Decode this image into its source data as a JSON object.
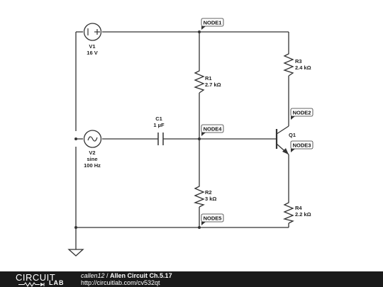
{
  "components": {
    "V1": {
      "name": "V1",
      "value": "16 V"
    },
    "V2": {
      "name": "V2",
      "type": "sine",
      "value": "100 Hz"
    },
    "C1": {
      "name": "C1",
      "value": "1 µF"
    },
    "R1": {
      "name": "R1",
      "value": "2.7 kΩ"
    },
    "R2": {
      "name": "R2",
      "value": "3 kΩ"
    },
    "R3": {
      "name": "R3",
      "value": "2.4 kΩ"
    },
    "R4": {
      "name": "R4",
      "value": "2.2 kΩ"
    },
    "Q1": {
      "name": "Q1"
    }
  },
  "nodes": {
    "node1": "NODE1",
    "node2": "NODE2",
    "node3": "NODE3",
    "node4": "NODE4",
    "node5": "NODE5"
  },
  "footer": {
    "logo_circuit": "CIRCUIT",
    "logo_lab": "LAB",
    "user": "callen12",
    "separator": " / ",
    "title": "Allen Circuit Ch.5.17",
    "url": "http://circuitlab.com/cv532qt"
  },
  "colors": {
    "wire": "#333333",
    "footer_bg": "#1a1a1a",
    "background": "#ffffff"
  }
}
